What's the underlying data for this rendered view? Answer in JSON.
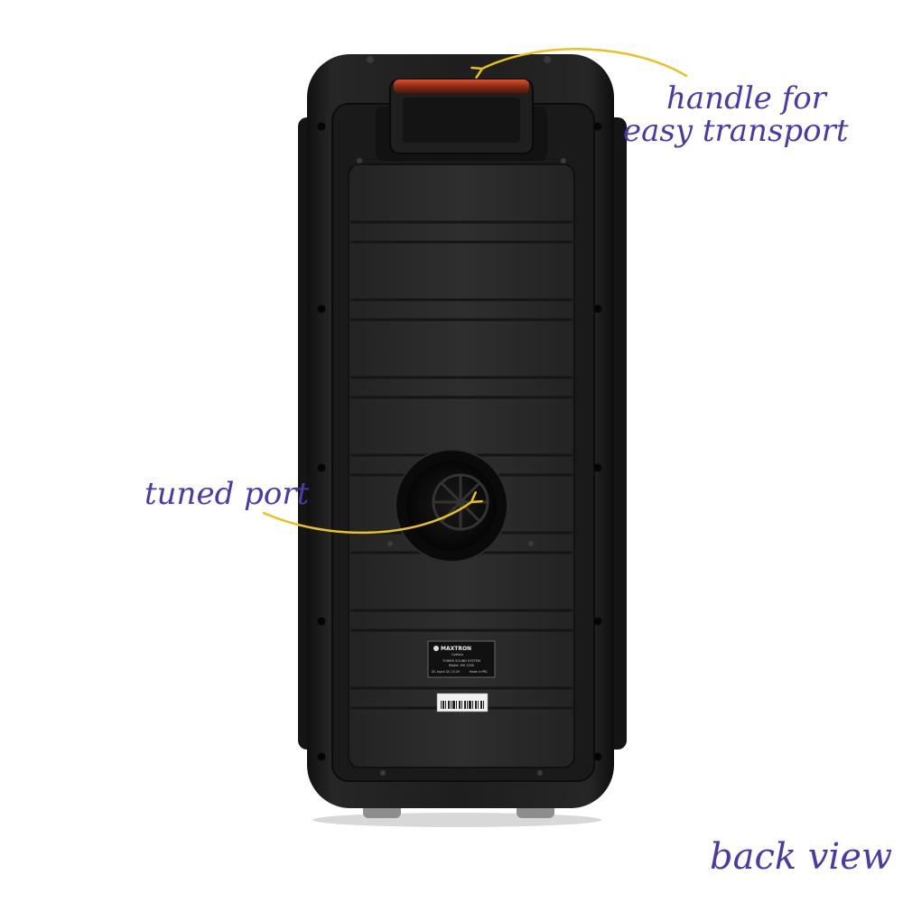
{
  "annotations": {
    "handle_line1": "handle for",
    "handle_line2": "easy transport",
    "port": "tuned port",
    "view": "back view"
  },
  "label_plate": {
    "brand": "MAXTRON",
    "sub": "Callisto",
    "line1": "TOWER SOUND SYSTEM",
    "line2": "Model: MX 1200",
    "line3a": "DC Input: DC 15.0V",
    "line3b": "Made in PRC"
  },
  "colors": {
    "annotation": "#4a3aa8",
    "arrow": "#e8c21e",
    "speaker_body": "#1c1c1c",
    "panel": "#2a2a2a",
    "handle_accent": "#c0391b"
  }
}
